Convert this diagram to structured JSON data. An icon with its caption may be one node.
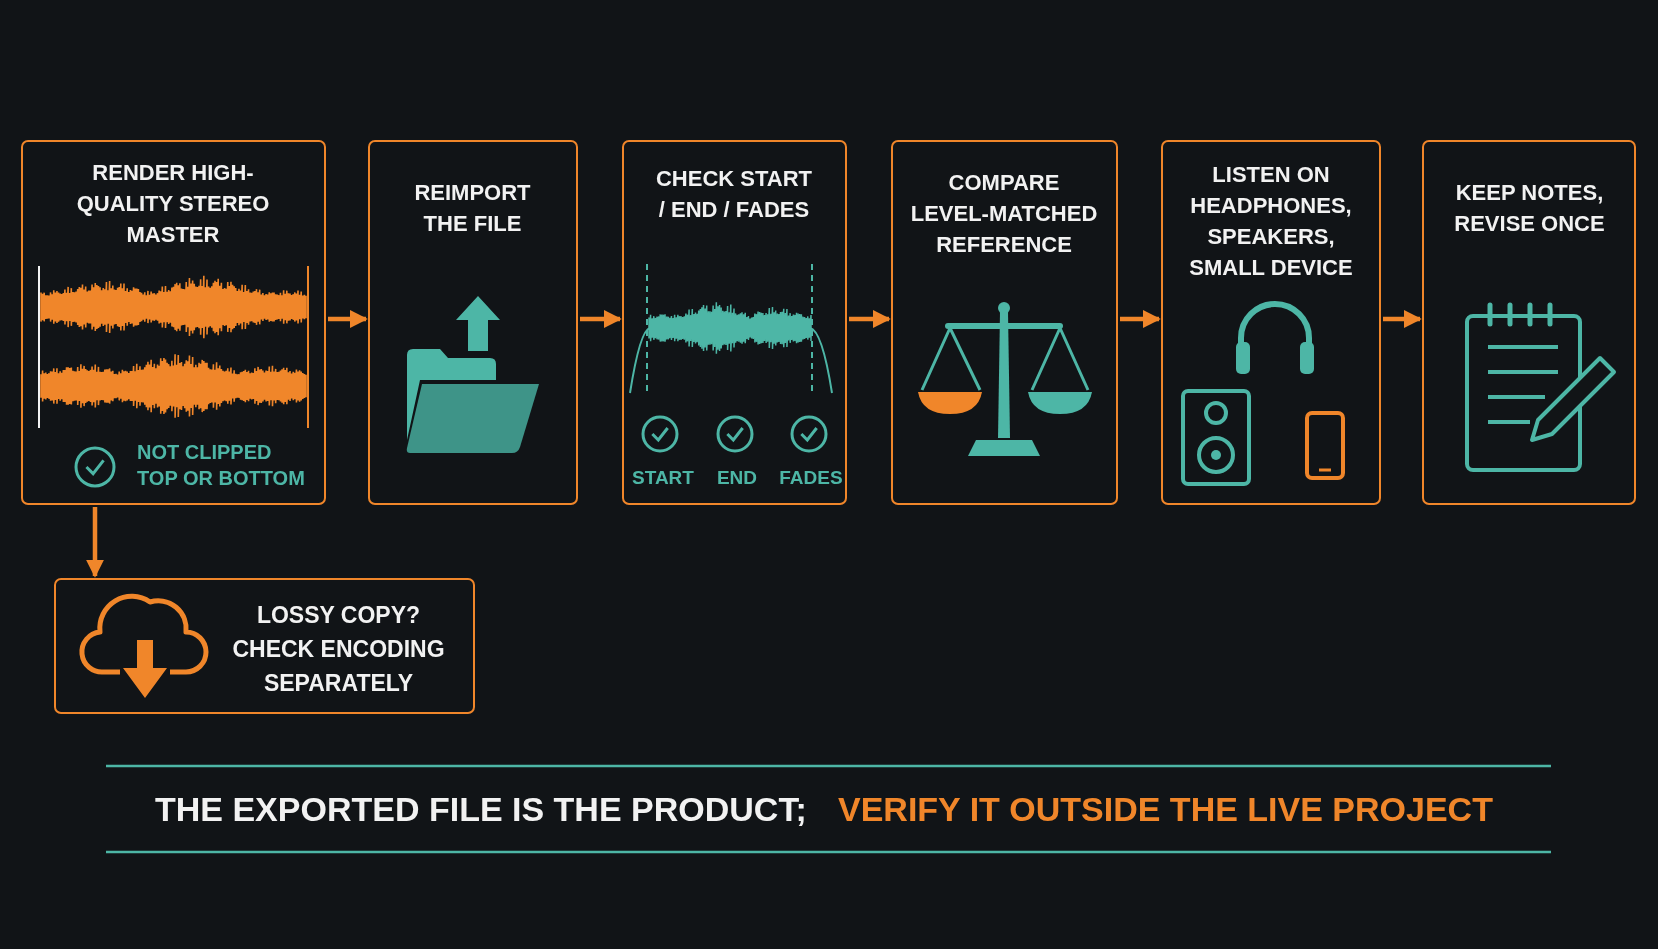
{
  "diagram": {
    "nodes": [
      {
        "text": [
          "RENDER HIGH-QUALITY STEREO MASTER",
          "NOT CLIPPED TOP OR BOTTOM"
        ]
      },
      {
        "text": [
          "REIMPORT THE FILE"
        ]
      },
      {
        "text": [
          "CHECK START / END / FADES",
          "START",
          "END",
          "FADES"
        ]
      },
      {
        "text": [
          "COMPARE LEVEL-MATCHED REFERENCE"
        ]
      },
      {
        "text": [
          "LISTEN ON HEADPHONES, SPEAKERS, SMALL DEVICE"
        ]
      },
      {
        "text": [
          "KEEP NOTES, REVISE ONCE"
        ]
      },
      {
        "text": [
          "LOSSY COPY? CHECK ENCODING SEPARATELY"
        ]
      }
    ],
    "edges": [
      {
        "from": 0,
        "to": 1,
        "arrow": "to"
      },
      {
        "from": 1,
        "to": 2,
        "arrow": "to"
      },
      {
        "from": 2,
        "to": 3,
        "arrow": "to"
      },
      {
        "from": 3,
        "to": 4,
        "arrow": "to"
      },
      {
        "from": 4,
        "to": 5,
        "arrow": "to"
      },
      {
        "from": 0,
        "to": 6,
        "arrow": "to"
      }
    ],
    "labels": [
      "THE EXPORTED FILE IS THE PRODUCT;",
      "VERIFY IT OUTSIDE THE LIVE PROJECT"
    ]
  }
}
